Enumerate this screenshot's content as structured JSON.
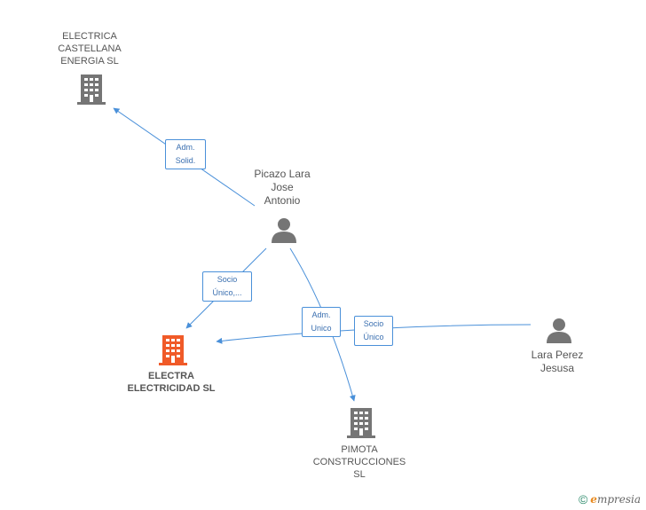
{
  "colors": {
    "edge": "#4a90d9",
    "company": "#757575",
    "company_main": "#f05a28",
    "person": "#757575"
  },
  "nodes": {
    "electrica_castellana": {
      "label": "ELECTRICA\nCASTELLANA\nENERGIA SL",
      "icon": "building-icon"
    },
    "electra_electricidad": {
      "label": "ELECTRA\nELECTRICIDAD SL",
      "icon": "building-icon"
    },
    "pimota_construcciones": {
      "label": "PIMOTA\nCONSTRUCCIONES\nSL",
      "icon": "building-icon"
    },
    "picazo_lara": {
      "label": "Picazo Lara\nJose\nAntonio",
      "icon": "person-icon"
    },
    "lara_perez": {
      "label": "Lara Perez\nJesusa",
      "icon": "person-icon"
    }
  },
  "edges": [
    {
      "from": "picazo_lara",
      "to": "electrica_castellana",
      "label": "Adm.\nSolid."
    },
    {
      "from": "picazo_lara",
      "to": "electra_electricidad",
      "label": "Socio\nÚnico,..."
    },
    {
      "from": "picazo_lara",
      "to": "pimota_construcciones",
      "label": "Adm.\nUnico"
    },
    {
      "from": "lara_perez",
      "to": "electra_electricidad",
      "label": "Socio\nÚnico"
    }
  ],
  "brand": {
    "copyright": "©",
    "first_letter": "e",
    "rest": "mpresia"
  }
}
